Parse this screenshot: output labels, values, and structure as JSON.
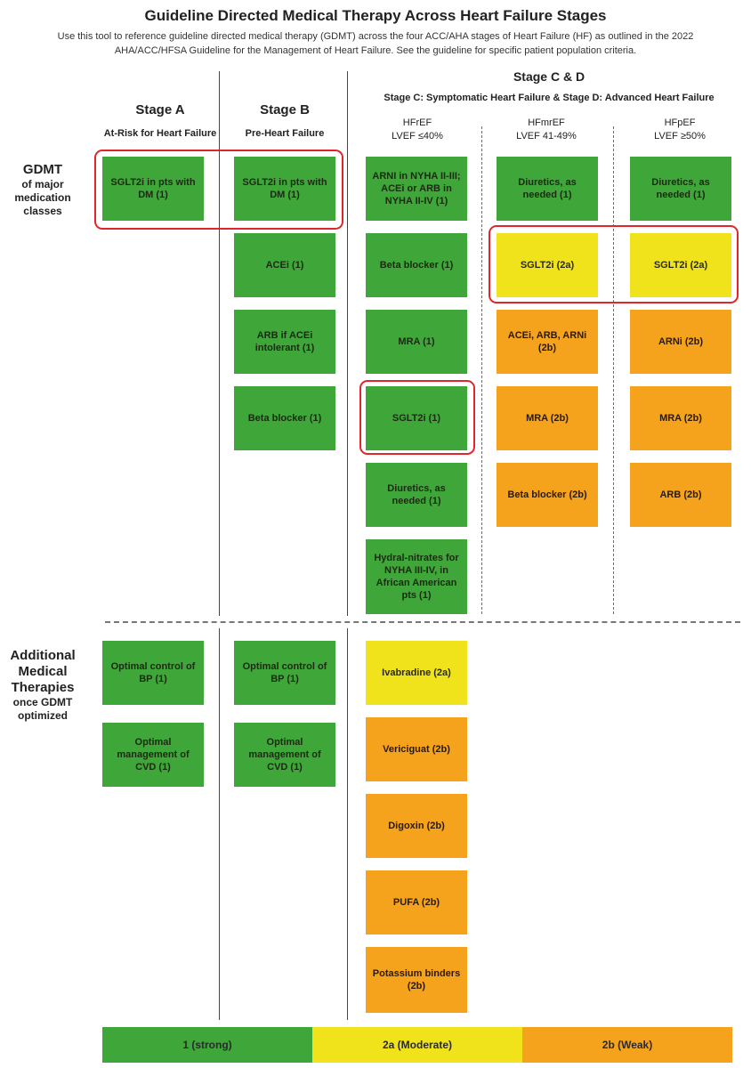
{
  "header": {
    "title": "Guideline Directed Medical Therapy Across Heart Failure Stages",
    "subtitle_line1": "Use this tool to reference guideline directed medical therapy (GDMT) across the four ACC/AHA stages of Heart Failure (HF) as outlined in the 2022",
    "subtitle_line2": "AHA/ACC/HFSA Guideline for the Management of Heart Failure. See the guideline for specific patient population criteria."
  },
  "stages": {
    "a_name": "Stage A",
    "a_sub": "At-Risk for Heart Failure",
    "b_name": "Stage B",
    "b_sub": "Pre-Heart Failure",
    "cd_name": "Stage C & D",
    "cd_sub": "Stage C: Symptomatic Heart Failure & Stage D: Advanced Heart Failure",
    "hfref_1": "HFrEF",
    "hfref_2": "LVEF ≤40%",
    "hfmref_1": "HFmrEF",
    "hfmref_2": "LVEF 41-49%",
    "hfpef_1": "HFpEF",
    "hfpef_2": "LVEF ≥50%"
  },
  "row_labels": {
    "gdmt_big": "GDMT",
    "gdmt_small": "of major medication classes",
    "add_big": "Additional Medical Therapies",
    "add_small": "once GDMT optimized"
  },
  "colors": {
    "strong": "#3fa63a",
    "moderate": "#f0e31c",
    "weak": "#f5a21c",
    "highlight": "#e0262b"
  },
  "gdmt": {
    "stage_a": [
      {
        "text": "SGLT2i in pts with DM (1)",
        "class": "1"
      }
    ],
    "stage_b": [
      {
        "text": "SGLT2i in pts with DM (1)",
        "class": "1"
      },
      {
        "text": "ACEi (1)",
        "class": "1"
      },
      {
        "text": "ARB if ACEi intolerant (1)",
        "class": "1"
      },
      {
        "text": "Beta blocker (1)",
        "class": "1"
      }
    ],
    "hfref": [
      {
        "text": "ARNI in NYHA II-III; ACEi or ARB in NYHA II-IV (1)",
        "class": "1"
      },
      {
        "text": "Beta blocker (1)",
        "class": "1"
      },
      {
        "text": "MRA (1)",
        "class": "1"
      },
      {
        "text": "SGLT2i (1)",
        "class": "1"
      },
      {
        "text": "Diuretics, as needed (1)",
        "class": "1"
      },
      {
        "text": "Hydral-nitrates for NYHA III-IV, in African American pts (1)",
        "class": "1"
      }
    ],
    "hfmref": [
      {
        "text": "Diuretics, as needed (1)",
        "class": "1"
      },
      {
        "text": "SGLT2i (2a)",
        "class": "2a"
      },
      {
        "text": "ACEi, ARB, ARNi (2b)",
        "class": "2b"
      },
      {
        "text": "MRA (2b)",
        "class": "2b"
      },
      {
        "text": "Beta blocker (2b)",
        "class": "2b"
      }
    ],
    "hfpef": [
      {
        "text": "Diuretics, as needed (1)",
        "class": "1"
      },
      {
        "text": "SGLT2i (2a)",
        "class": "2a"
      },
      {
        "text": "ARNi (2b)",
        "class": "2b"
      },
      {
        "text": "MRA (2b)",
        "class": "2b"
      },
      {
        "text": "ARB (2b)",
        "class": "2b"
      }
    ]
  },
  "additional": {
    "stage_a": [
      {
        "text": "Optimal control of BP (1)",
        "class": "1"
      },
      {
        "text": "Optimal management of CVD (1)",
        "class": "1"
      }
    ],
    "stage_b": [
      {
        "text": "Optimal control of BP (1)",
        "class": "1"
      },
      {
        "text": "Optimal management of CVD (1)",
        "class": "1"
      }
    ],
    "hfref": [
      {
        "text": "Ivabradine (2a)",
        "class": "2a"
      },
      {
        "text": "Vericiguat (2b)",
        "class": "2b"
      },
      {
        "text": "Digoxin (2b)",
        "class": "2b"
      },
      {
        "text": "PUFA (2b)",
        "class": "2b"
      },
      {
        "text": "Potassium binders (2b)",
        "class": "2b"
      }
    ]
  },
  "legend": {
    "strong": "1 (strong)",
    "moderate": "2a (Moderate)",
    "weak": "2b (Weak)"
  }
}
